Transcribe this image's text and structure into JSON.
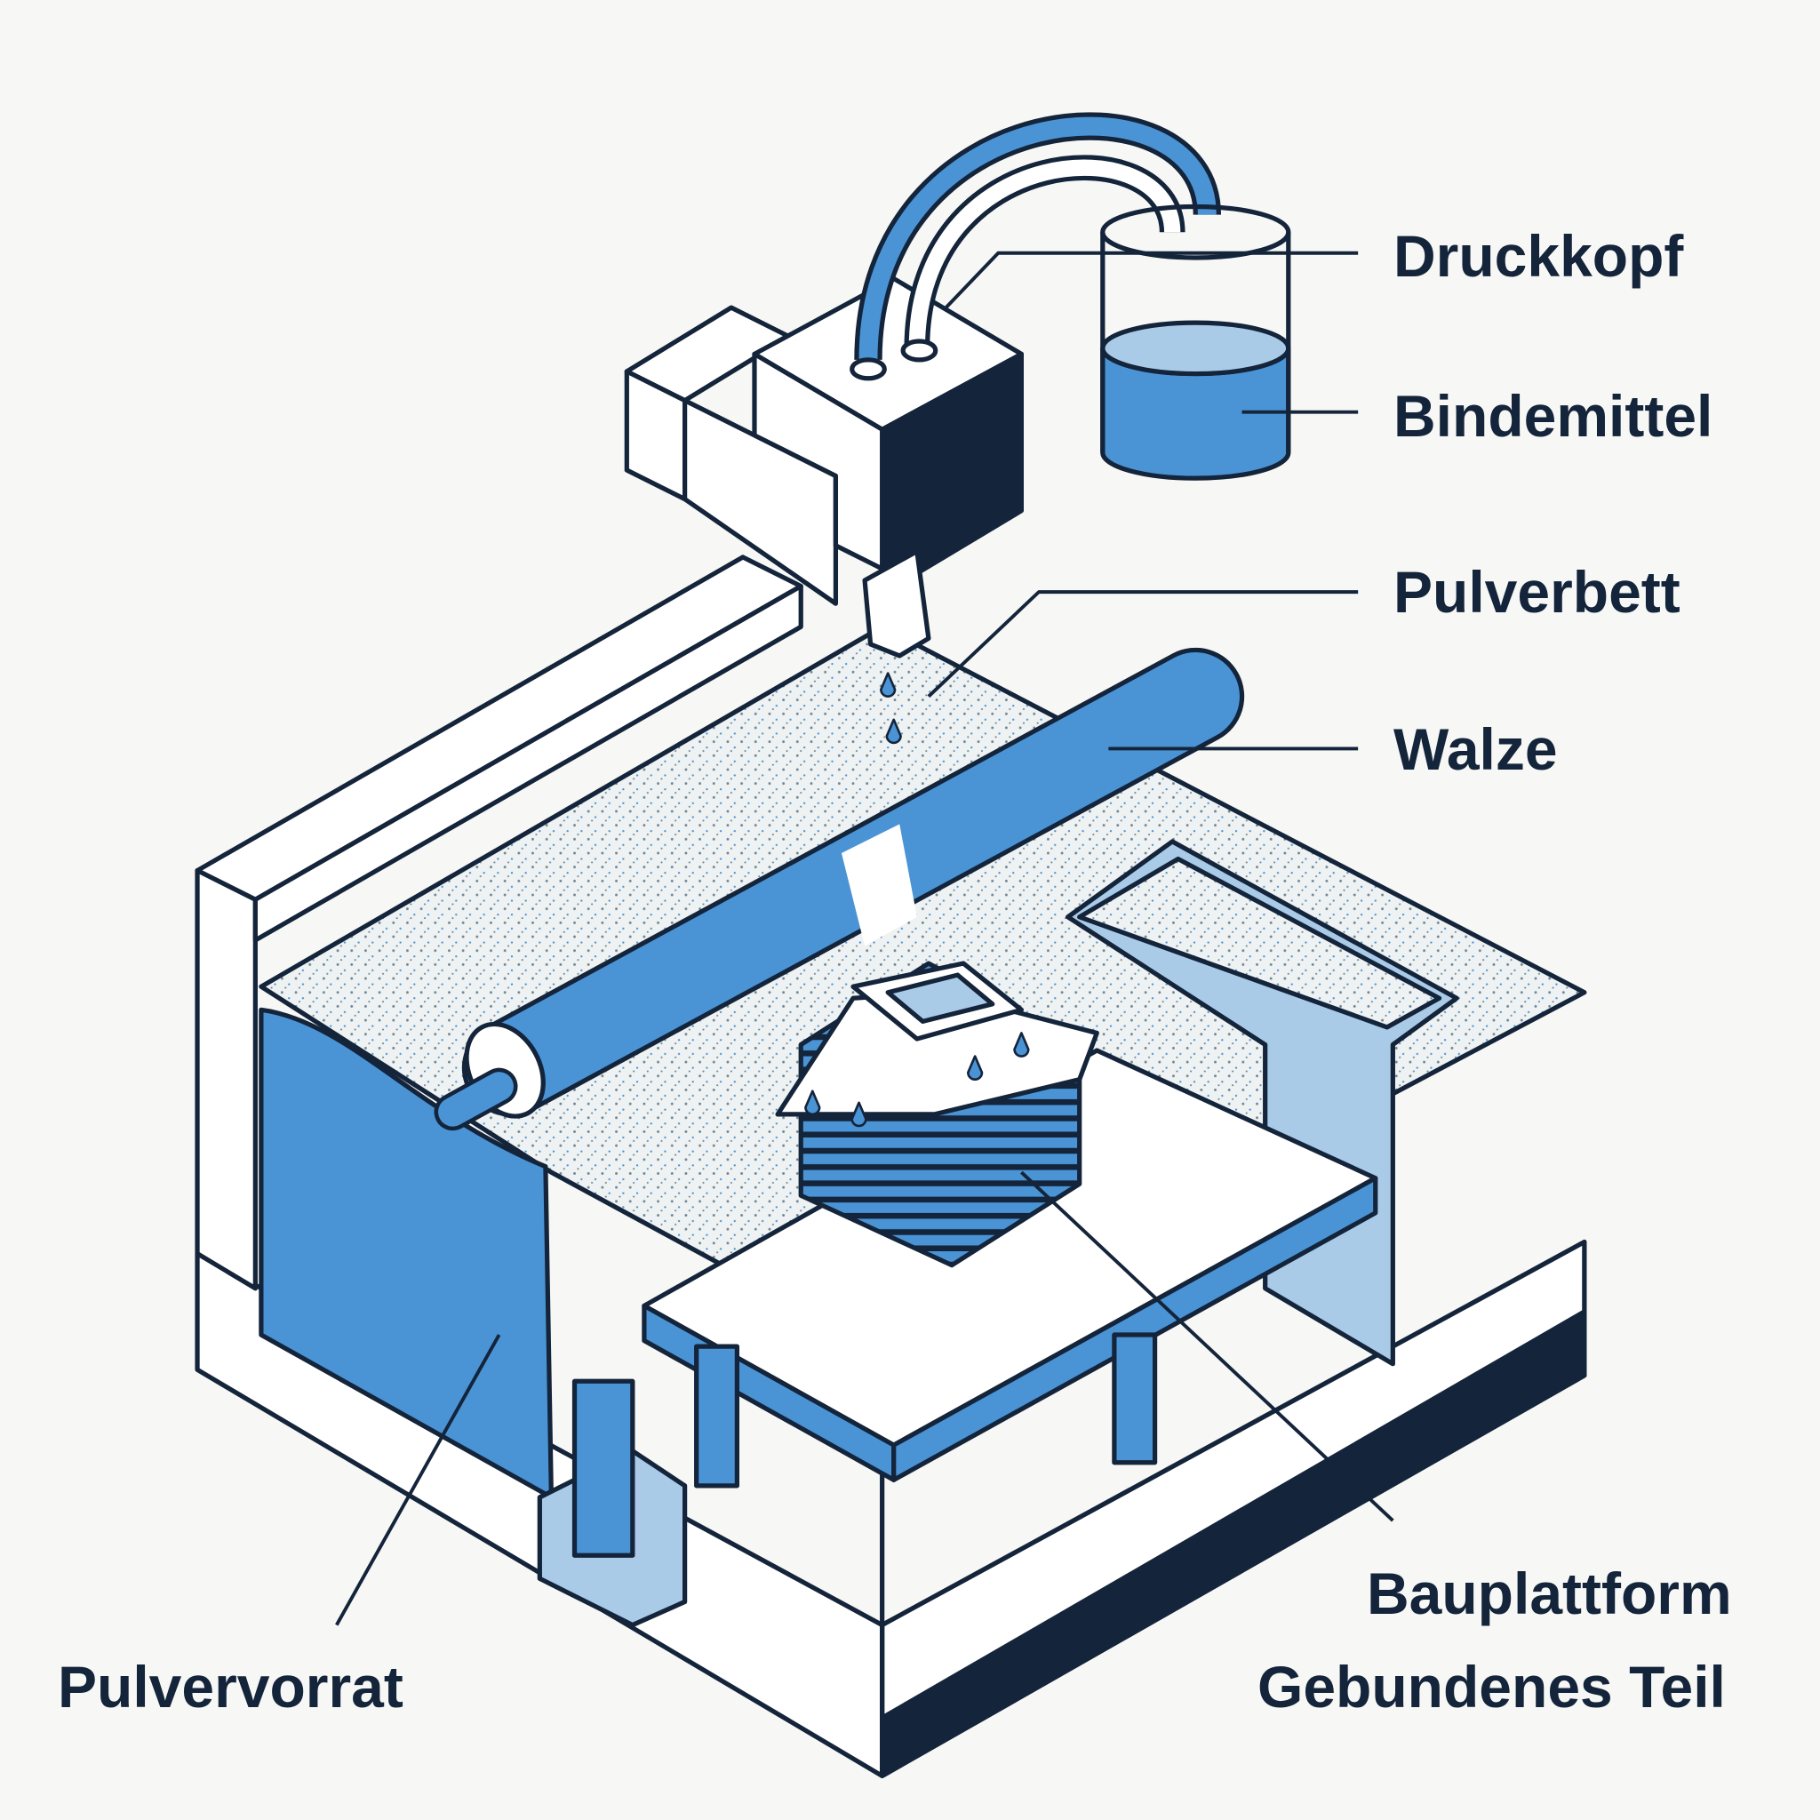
{
  "diagram": {
    "labels": {
      "print_head": "Druckkopf",
      "binder": "Bindemittel",
      "powder_bed": "Pulverbett",
      "roller": "Walze",
      "build_platform": "Bauplattform",
      "bound_part": "Gebundenes Teil",
      "powder_supply": "Pulvervorrat"
    },
    "colors": {
      "outline": "#14243a",
      "blue": "#4a94d6",
      "light_blue": "#a9cbe8",
      "powder": "#e6ecef",
      "background": "#f7f8f5"
    }
  }
}
